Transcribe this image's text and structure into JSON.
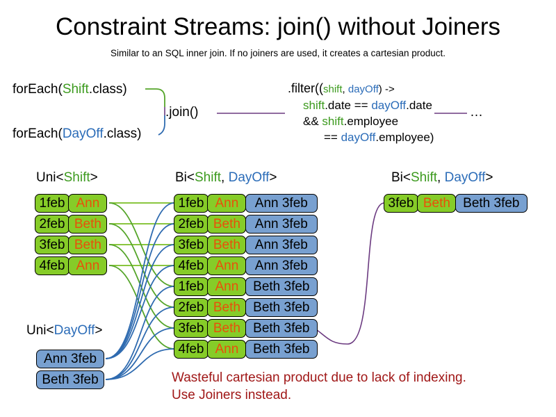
{
  "header": {
    "title": "Constraint Streams: join() without Joiners",
    "subtitle": "Similar to an SQL inner join. If no joiners are used, it creates a cartesian product."
  },
  "code": {
    "foreach_shift_prefix": "forEach(",
    "foreach_shift_type": "Shift",
    "foreach_shift_suffix": ".class)",
    "foreach_dayoff_prefix": "forEach(",
    "foreach_dayoff_type": "DayOff",
    "foreach_dayoff_suffix": ".class)",
    "join_label": ".join()",
    "ellipsis": "…"
  },
  "filter": {
    "line1_prefix": ".filter((",
    "line1_var_shift": "shift",
    "line1_comma": ", ",
    "line1_var_dayoff": "dayOff",
    "line1_suffix": ") ->",
    "line2_var": "shift",
    "line2_mid": ".date == ",
    "line2_var2": "dayOff",
    "line2_suffix": ".date",
    "line3_prefix": "&& ",
    "line3_var": "shift",
    "line3_suffix": ".employee",
    "line4_prefix": "== ",
    "line4_var": "dayOff",
    "line4_suffix": ".employee)"
  },
  "labels": {
    "uni_shift": {
      "prefix": "Uni<",
      "type": "Shift",
      "suffix": ">"
    },
    "uni_dayoff": {
      "prefix": "Uni<",
      "type": "DayOff",
      "suffix": ">"
    },
    "bi_middle": {
      "prefix": "Bi<",
      "type1": "Shift",
      "sep": ", ",
      "type2": "DayOff",
      "suffix": ">"
    },
    "bi_right": {
      "prefix": "Bi<",
      "type1": "Shift",
      "sep": ", ",
      "type2": "DayOff",
      "suffix": ">"
    }
  },
  "shifts": [
    {
      "date": "1feb",
      "name": "Ann"
    },
    {
      "date": "2feb",
      "name": "Beth"
    },
    {
      "date": "3feb",
      "name": "Beth"
    },
    {
      "date": "4feb",
      "name": "Ann"
    }
  ],
  "dayoffs": [
    {
      "text": "Ann 3feb"
    },
    {
      "text": "Beth 3feb"
    }
  ],
  "cartesian": [
    {
      "date": "1feb",
      "name": "Ann",
      "pair": "Ann 3feb"
    },
    {
      "date": "2feb",
      "name": "Beth",
      "pair": "Ann 3feb"
    },
    {
      "date": "3feb",
      "name": "Beth",
      "pair": "Ann 3feb"
    },
    {
      "date": "4feb",
      "name": "Ann",
      "pair": "Ann 3feb"
    },
    {
      "date": "1feb",
      "name": "Ann",
      "pair": "Beth 3feb"
    },
    {
      "date": "2feb",
      "name": "Beth",
      "pair": "Beth 3feb"
    },
    {
      "date": "3feb",
      "name": "Beth",
      "pair": "Beth 3feb"
    },
    {
      "date": "4feb",
      "name": "Ann",
      "pair": "Beth 3feb"
    }
  ],
  "result": [
    {
      "date": "3feb",
      "name": "Beth",
      "pair": "Beth 3feb"
    }
  ],
  "warning": {
    "line1": "Wasteful cartesian product due to lack of indexing.",
    "line2": "Use Joiners instead."
  },
  "colors": {
    "green_fill": "#86cc28",
    "blue_fill": "#78a0d0",
    "name_text": "#e8500a",
    "shift_type": "#3c9a1e",
    "dayoff_type": "#2b6cb8",
    "warning": "#a01717",
    "wire_green": "#55a52a",
    "wire_blue": "#2f6bb0",
    "wire_purple": "#6b3a80"
  }
}
